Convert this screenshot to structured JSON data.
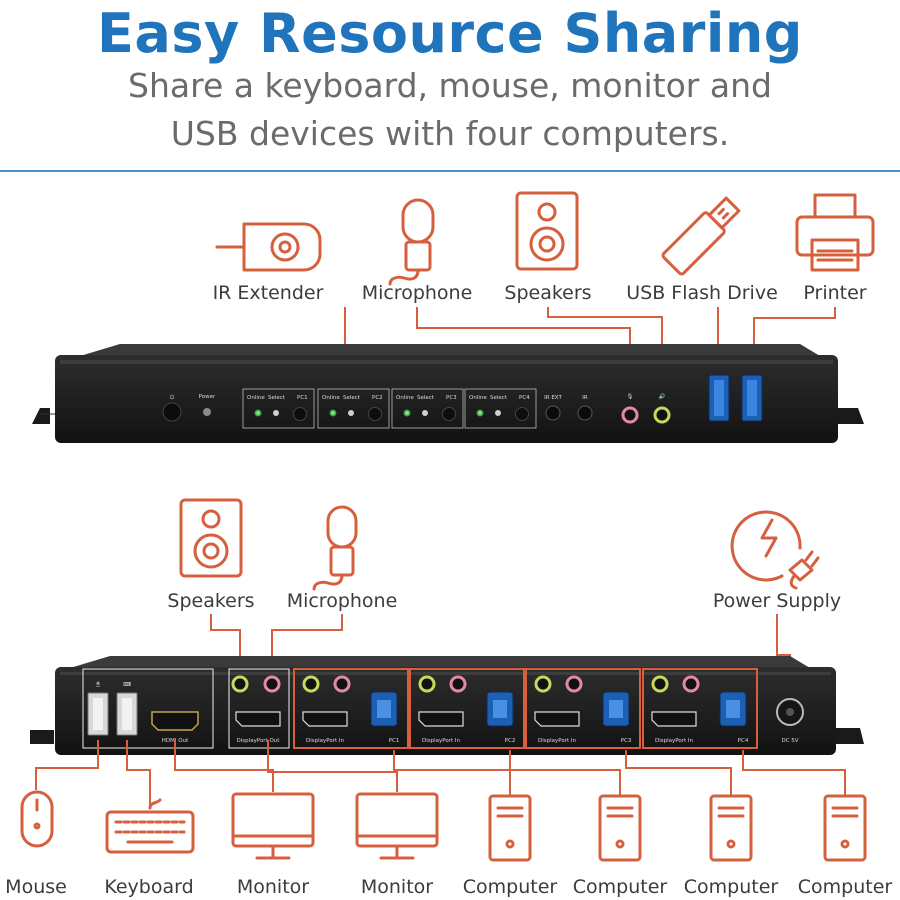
{
  "header": {
    "title": "Easy Resource Sharing",
    "subtitle_line1": "Share a keyboard, mouse, monitor and",
    "subtitle_line2": "USB devices with four computers."
  },
  "colors": {
    "title": "#1f74bb",
    "subtitle": "#6b6b6b",
    "accent": "#d6603e",
    "rule": "#4a8fd0",
    "device": "#1c1c1c"
  },
  "front": {
    "labels": {
      "ir_extender": "IR Extender",
      "microphone": "Microphone",
      "speakers": "Speakers",
      "usb_flash_drive": "USB Flash Drive",
      "printer": "Printer"
    },
    "panel": {
      "power": "Power",
      "online": "Online",
      "select": "Select",
      "pc1": "PC1",
      "pc2": "PC2",
      "pc3": "PC3",
      "pc4": "PC4",
      "ir_ext": "IR EXT",
      "ir": "IR"
    },
    "icons": [
      "ir-extender-icon",
      "microphone-icon",
      "speaker-icon",
      "usb-flash-drive-icon",
      "printer-icon"
    ]
  },
  "rear": {
    "labels": {
      "speakers": "Speakers",
      "microphone": "Microphone",
      "power_supply": "Power Supply",
      "mouse": "Mouse",
      "keyboard": "Keyboard",
      "monitor_1": "Monitor",
      "monitor_2": "Monitor",
      "computer_1": "Computer",
      "computer_2": "Computer",
      "computer_3": "Computer",
      "computer_4": "Computer"
    },
    "panel": {
      "hdmi_out": "HDMI Out",
      "displayport_out": "DisplayPort Out",
      "displayport_in_1": "DisplayPort In",
      "displayport_in_2": "DisplayPort In",
      "displayport_in_3": "DisplayPort In",
      "displayport_in_4": "DisplayPort In",
      "pc1": "PC1",
      "pc2": "PC2",
      "pc3": "PC3",
      "pc4": "PC4",
      "dc": "DC 5V"
    },
    "icons": [
      "speaker-icon",
      "microphone-icon",
      "power-supply-icon",
      "mouse-icon",
      "keyboard-icon",
      "monitor-icon",
      "computer-tower-icon"
    ]
  }
}
